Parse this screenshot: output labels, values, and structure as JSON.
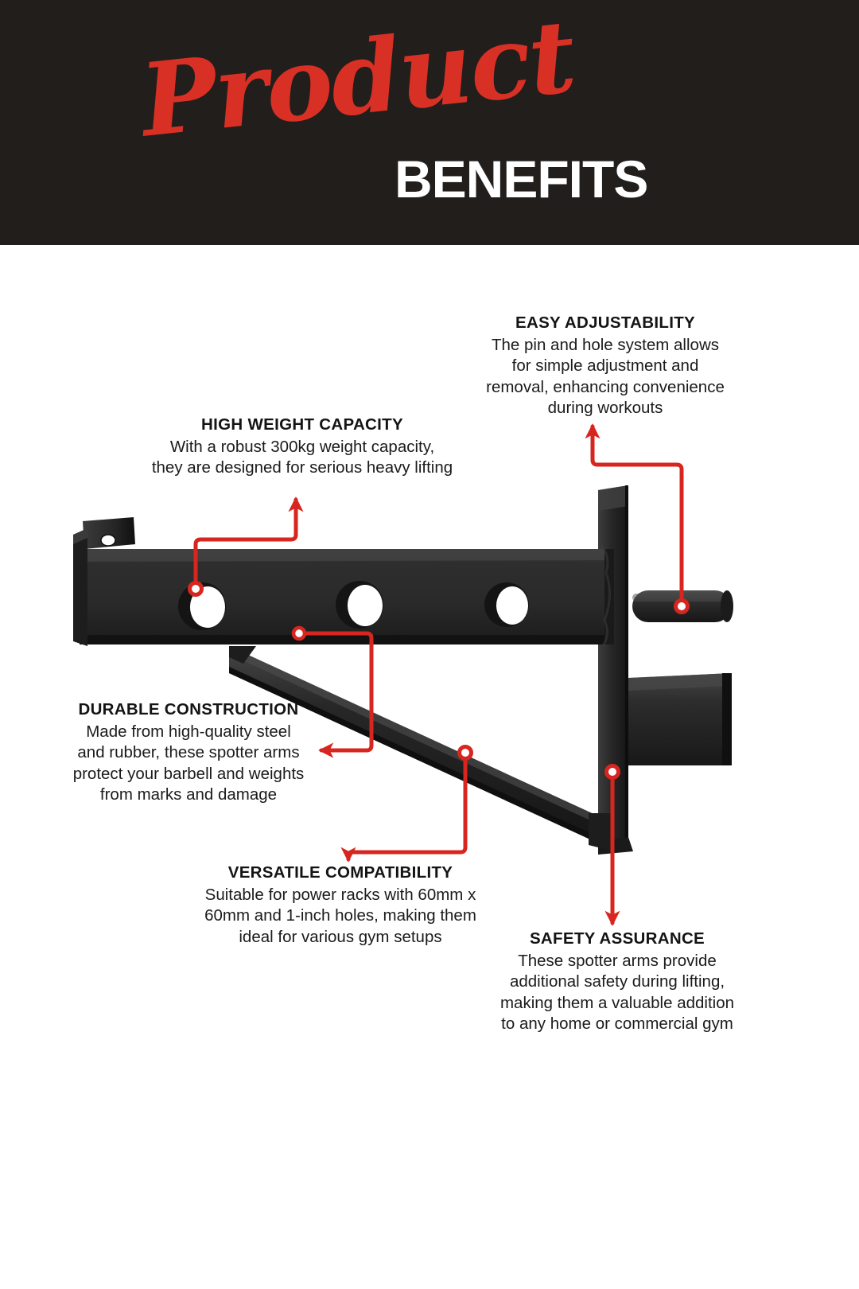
{
  "header": {
    "script_word": "Product",
    "bold_word": "BENEFITS",
    "bg_color": "#211E1C",
    "accent_color": "#D93025",
    "text_color": "#FFFFFF"
  },
  "callouts": [
    {
      "id": "easy-adjustability",
      "title": "EASY ADJUSTABILITY",
      "body": "The pin and hole system allows\nfor simple adjustment and\nremoval, enhancing convenience\nduring workouts"
    },
    {
      "id": "high-weight-capacity",
      "title": "HIGH WEIGHT CAPACITY",
      "body": "With a robust 300kg weight capacity,\nthey are designed for serious heavy lifting"
    },
    {
      "id": "durable-construction",
      "title": "DURABLE CONSTRUCTION",
      "body": "Made from high-quality steel\nand rubber, these spotter arms\nprotect your barbell and weights\nfrom marks and damage"
    },
    {
      "id": "versatile-compatibility",
      "title": "VERSATILE COMPATIBILITY",
      "body": "Suitable for power racks with 60mm x\n60mm and 1-inch holes, making them\nideal for various gym setups"
    },
    {
      "id": "safety-assurance",
      "title": "SAFETY ASSURANCE",
      "body": "These spotter arms provide\nadditional safety during lifting,\nmaking them a valuable addition\nto any home or commercial gym"
    }
  ],
  "product": {
    "name": "spotter-arm",
    "body_color": "#262626",
    "edge_color": "#3a3a3a",
    "shadow_color": "#111111",
    "hole_color": "#ffffff"
  },
  "connectors": {
    "color": "#D7261F",
    "stroke_width": 5,
    "dot_radius": 7
  }
}
